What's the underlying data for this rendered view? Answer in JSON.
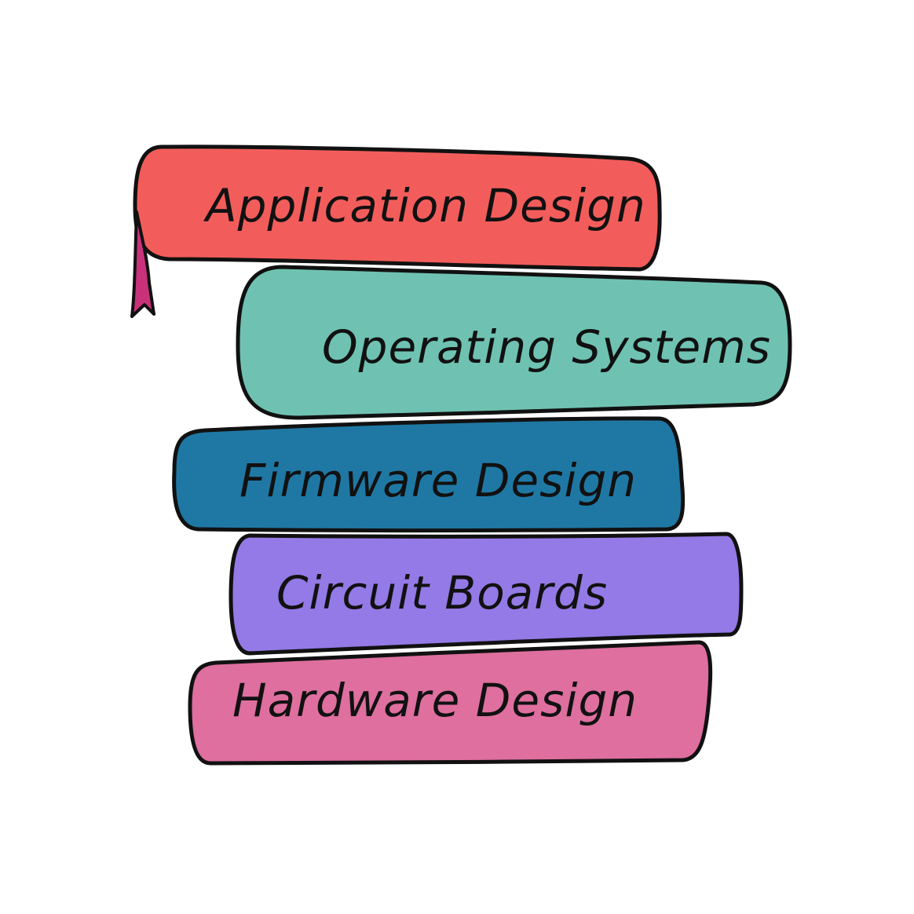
{
  "books": [
    {
      "label": "Application Design",
      "color": "#f25d5b"
    },
    {
      "label": "Operating Systems",
      "color": "#6fc2b2"
    },
    {
      "label": "Firmware Design",
      "color": "#1f78a4"
    },
    {
      "label": "Circuit Boards",
      "color": "#937ae6"
    },
    {
      "label": "Hardware Design",
      "color": "#de6f9f"
    }
  ],
  "bookmark": {
    "color": "#c9327a",
    "outline": "#111111"
  },
  "outline_color": "#111111"
}
